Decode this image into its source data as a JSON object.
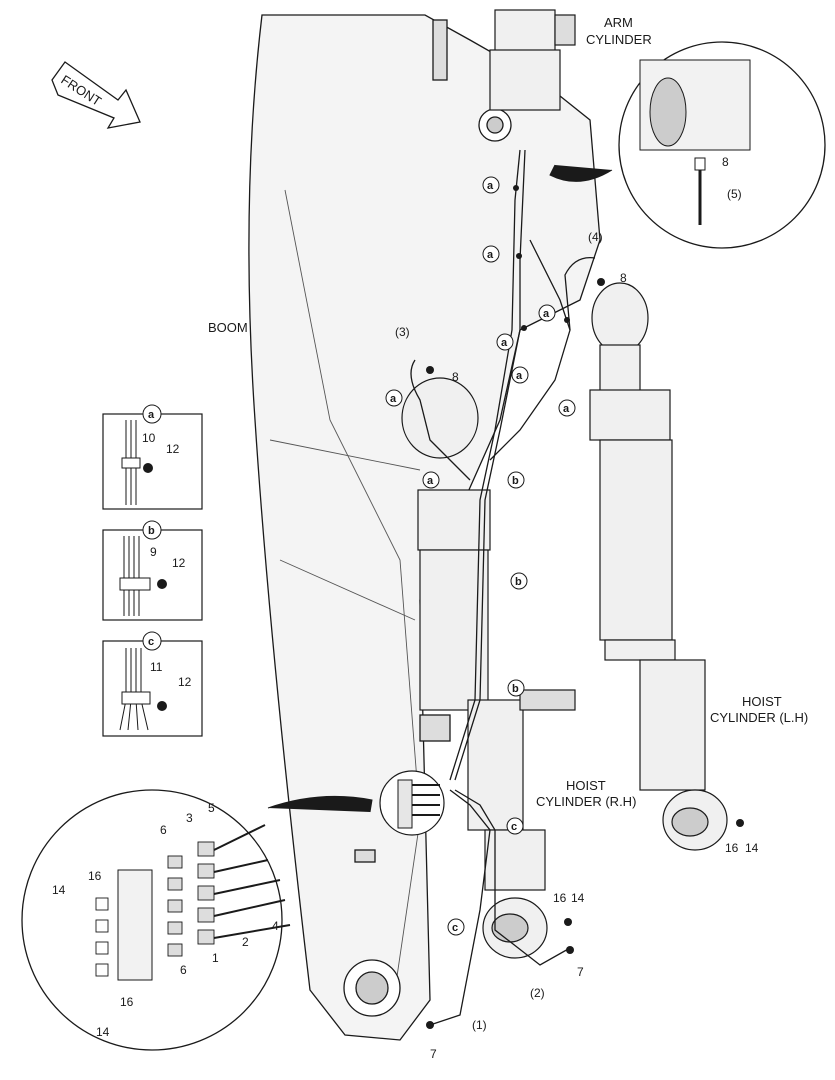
{
  "labels": {
    "front": "FRONT",
    "boom": "BOOM",
    "arm_cylinder_1": "ARM",
    "arm_cylinder_2": "CYLINDER",
    "hoist_lh_1": "HOIST",
    "hoist_lh_2": "CYLINDER (L.H)",
    "hoist_rh_1": "HOIST",
    "hoist_rh_2": "CYLINDER (R.H)"
  },
  "detail_a": {
    "letter": "a",
    "part1": "10",
    "part2": "12"
  },
  "detail_b": {
    "letter": "b",
    "part1": "9",
    "part2": "12"
  },
  "detail_c": {
    "letter": "c",
    "part1": "11",
    "part2": "12"
  },
  "callouts": {
    "a": "a",
    "b": "b",
    "c": "c"
  },
  "parts": {
    "p1": "(1)",
    "p2": "(2)",
    "p3": "(3)",
    "p4": "(4)",
    "p5": "(5)",
    "n1": "1",
    "n2": "2",
    "n3": "3",
    "n4": "4",
    "n5": "5",
    "n6": "6",
    "n7": "7",
    "n8": "8",
    "n14": "14",
    "n16": "16"
  },
  "colors": {
    "line": "#1a1a1a",
    "fill_grey": "#e6e6e6",
    "fill_white": "#ffffff"
  }
}
